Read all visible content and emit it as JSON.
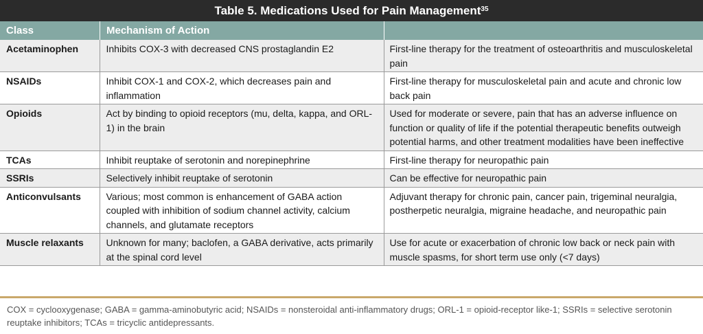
{
  "title": "Table 5. Medications Used for Pain Management",
  "title_ref": "35",
  "headers": [
    "Class",
    "Mechanism of Action",
    ""
  ],
  "rows": [
    {
      "cls": "Acetaminophen",
      "mechanism": "Inhibits COX-3 with decreased CNS prostaglandin E2",
      "use": "First-line therapy for the treatment of osteoarthritis and musculoskeletal pain"
    },
    {
      "cls": "NSAIDs",
      "mechanism": "Inhibit COX-1 and COX-2, which decreases pain and inflammation",
      "use": "First-line therapy for musculoskeletal pain and acute and chronic low back pain"
    },
    {
      "cls": "Opioids",
      "mechanism": "Act by binding to opioid receptors (mu, delta, kappa, and ORL-1) in the brain",
      "use": "Used for moderate or severe, pain that has an adverse influence on function or quality of life if the potential therapeutic benefits outweigh potential harms, and other treatment modalities have been ineffective"
    },
    {
      "cls": "TCAs",
      "mechanism": "Inhibit reuptake of serotonin and norepinephrine",
      "use": "First-line therapy for neuropathic pain"
    },
    {
      "cls": "SSRIs",
      "mechanism": "Selectively inhibit reuptake of serotonin",
      "use": "Can be effective for neuropathic pain"
    },
    {
      "cls": "Anticonvulsants",
      "mechanism": "Various; most common is enhancement of GABA action coupled with inhibition of sodium channel activity, calcium channels, and glutamate receptors",
      "use": "Adjuvant therapy for chronic pain, cancer pain, trigeminal neuralgia, postherpetic neuralgia, migraine headache, and neuropathic pain"
    },
    {
      "cls": "Muscle relaxants",
      "mechanism": "Unknown for many; baclofen, a GABA derivative, acts primarily at the spinal cord level",
      "use": "Use for acute or exacerbation of chronic low back or neck pain with muscle spasms, for short term use only (<7 days)"
    }
  ],
  "footnote": "COX = cyclooxygenase; GABA = gamma-aminobutyric acid; NSAIDs = nonsteroidal anti-inflammatory drugs; ORL-1 = opioid-receptor like-1; SSRIs = selective serotonin reuptake inhibitors; TCAs = tricyclic antidepressants.",
  "colors": {
    "title_bg": "#2b2b2b",
    "header_bg": "#84a8a3",
    "odd_row_bg": "#ededed",
    "rule": "#c9a86a"
  }
}
